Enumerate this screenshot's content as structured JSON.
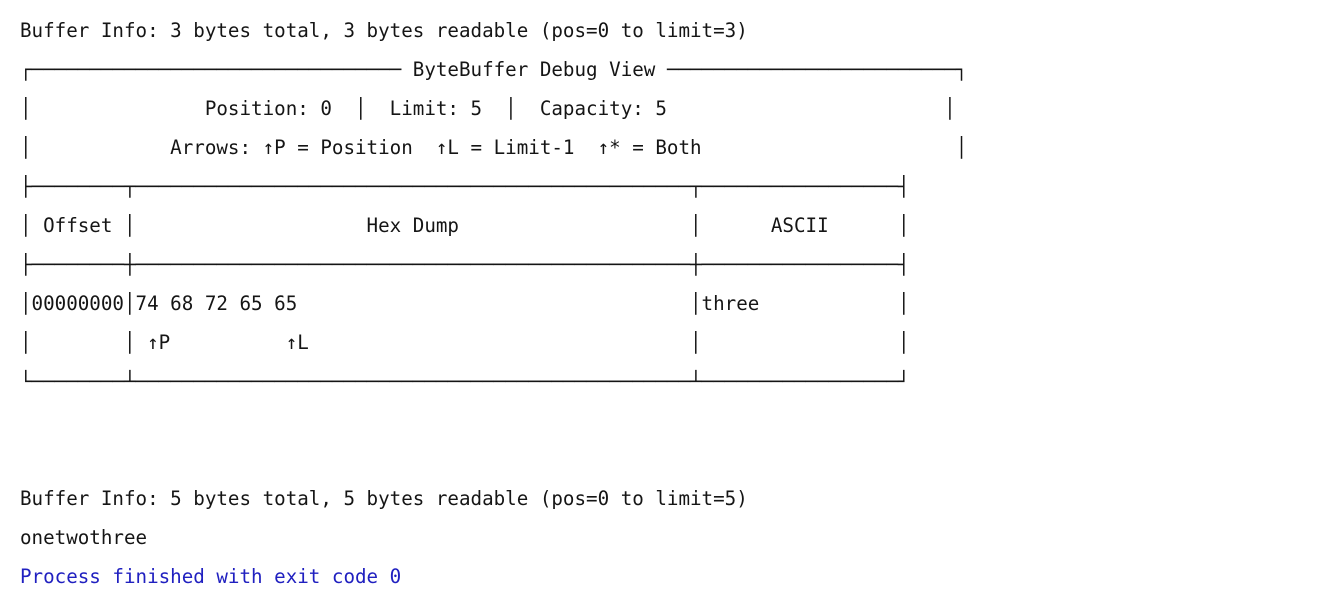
{
  "console": {
    "colors": {
      "text": "#151515",
      "exit_message": "#2020C0",
      "background": "#ffffff"
    },
    "lines": [
      {
        "id": "buffer-info-first",
        "name": "buffer-info-line-1",
        "text": "Buffer Info: 3 bytes total, 3 bytes readable (pos=0 to limit=3)",
        "color": "text"
      },
      {
        "id": "box-top-border",
        "name": "debug-view-title-border",
        "text": "┌──────────────────────────────── ByteBuffer Debug View ─────────────────────────┐",
        "color": "text"
      },
      {
        "id": "box-position-row",
        "name": "buffer-state-row",
        "text": "│               Position: 0  │  Limit: 5  │  Capacity: 5                        │",
        "color": "text"
      },
      {
        "id": "box-arrows-legend",
        "name": "arrows-legend-row",
        "text": "│            Arrows: ↑P = Position  ↑L = Limit-1  ↑* = Both                      │",
        "color": "text"
      },
      {
        "id": "table-head-sep-top",
        "name": "table-header-top-separator",
        "text": "├────────┬────────────────────────────────────────────────┬─────────────────┤",
        "color": "text"
      },
      {
        "id": "table-header",
        "name": "table-header-row",
        "text": "│ Offset │                    Hex Dump                    │      ASCII      │",
        "color": "text"
      },
      {
        "id": "table-head-sep-bottom",
        "name": "table-header-bottom-separator",
        "text": "├────────┼────────────────────────────────────────────────┼─────────────────┤",
        "color": "text"
      },
      {
        "id": "hex-dump-row",
        "name": "hex-dump-data-row",
        "text": "│00000000│74 68 72 65 65                                  │three            │",
        "color": "text"
      },
      {
        "id": "arrow-marker-row",
        "name": "pointer-arrow-row",
        "text": "│        │ ↑P          ↑L                                 │                 │",
        "color": "text"
      },
      {
        "id": "table-bottom-border",
        "name": "table-bottom-border",
        "text": "└────────┴────────────────────────────────────────────────┴─────────────────┘",
        "color": "text"
      },
      {
        "id": "spacer-1",
        "name": "blank-line",
        "text": " ",
        "color": "text"
      },
      {
        "id": "spacer-2",
        "name": "blank-line",
        "text": " ",
        "color": "text"
      },
      {
        "id": "buffer-info-second",
        "name": "buffer-info-line-2",
        "text": "Buffer Info: 5 bytes total, 5 bytes readable (pos=0 to limit=5)",
        "color": "text"
      },
      {
        "id": "decoded-string",
        "name": "decoded-string-output",
        "text": "onetwothree",
        "color": "text"
      },
      {
        "id": "process-exit",
        "name": "process-exit-message",
        "text": "Process finished with exit code 0",
        "color": "exit_message"
      }
    ],
    "debug_view": {
      "title": "ByteBuffer Debug View",
      "position_label": "Position:",
      "position_value": "0",
      "limit_label": "Limit:",
      "limit_value": "5",
      "capacity_label": "Capacity:",
      "capacity_value": "5",
      "arrows_legend": "Arrows: ↑P = Position  ↑L = Limit-1  ↑* = Both",
      "columns": [
        "Offset",
        "Hex Dump",
        "ASCII"
      ],
      "rows": [
        {
          "offset": "00000000",
          "hex": "74 68 72 65 65",
          "ascii": "three",
          "markers": "↑P          ↑L"
        }
      ]
    }
  }
}
